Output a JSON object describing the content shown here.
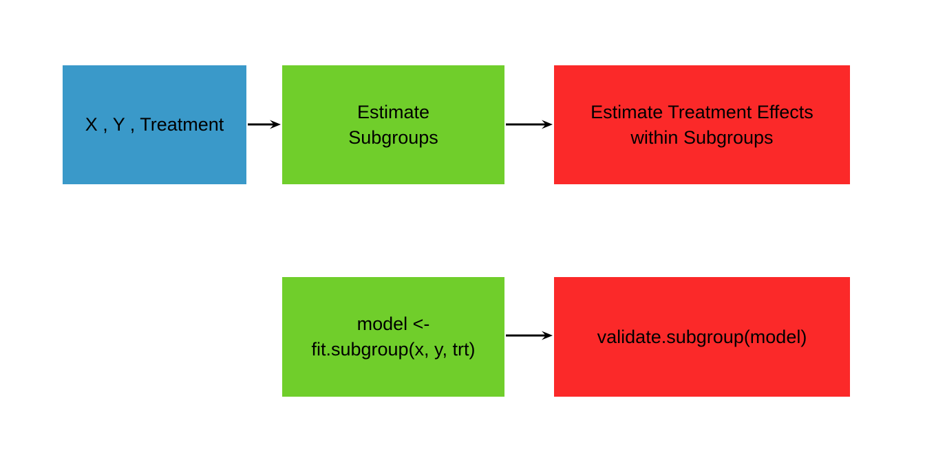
{
  "diagram": {
    "colors": {
      "input_node": "#3A99C9",
      "step_node": "#70CE2B",
      "result_node": "#FB2929",
      "arrow": "#000000",
      "text": "#000000",
      "background": "#FFFFFF"
    },
    "nodes": {
      "inputs": {
        "label": "X , Y , Treatment"
      },
      "estimate_subgroups": {
        "label": "Estimate\nSubgroups"
      },
      "estimate_effects": {
        "label": "Estimate Treatment Effects\nwithin Subgroups"
      },
      "fit_model": {
        "label": "model <-\nfit.subgroup(x, y, trt)"
      },
      "validate": {
        "label": "validate.subgroup(model)"
      }
    }
  }
}
